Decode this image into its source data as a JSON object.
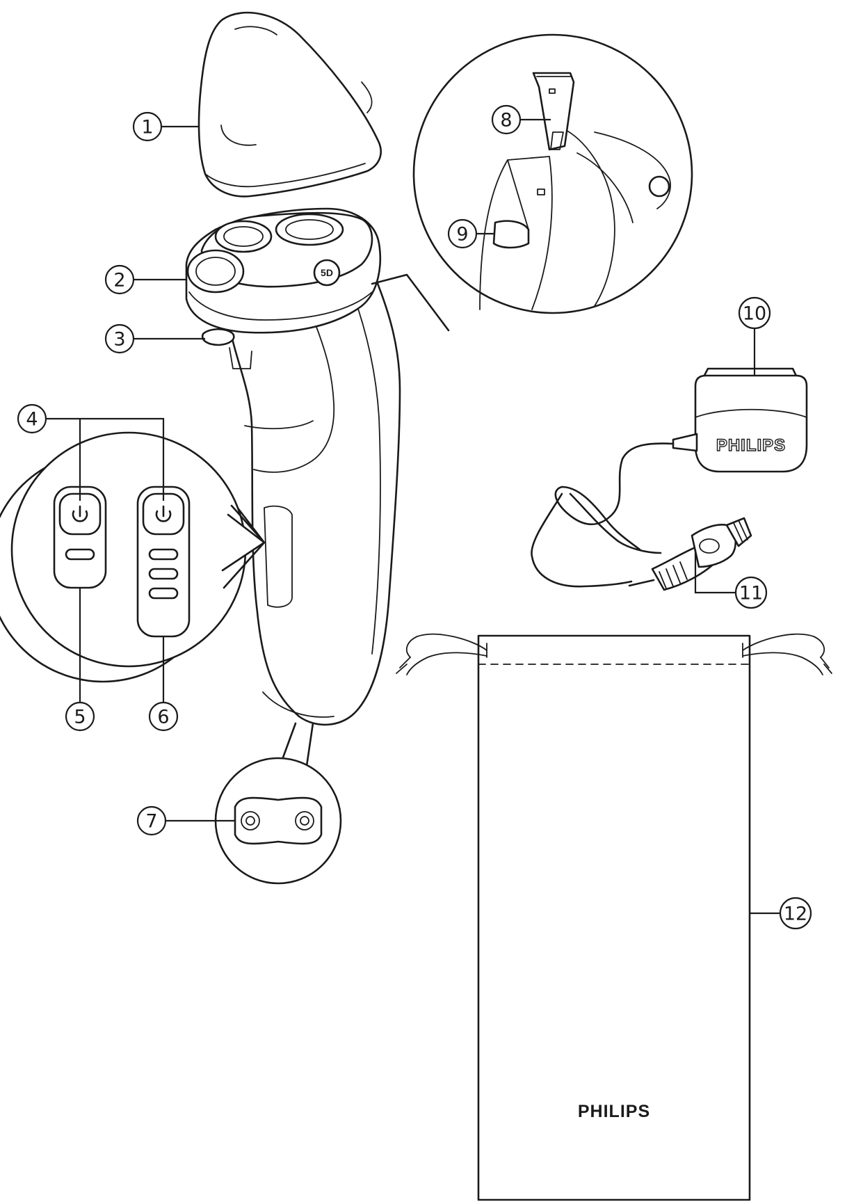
{
  "callouts": [
    {
      "id": "1",
      "label": "1"
    },
    {
      "id": "2",
      "label": "2"
    },
    {
      "id": "3",
      "label": "3"
    },
    {
      "id": "4",
      "label": "4"
    },
    {
      "id": "5",
      "label": "5"
    },
    {
      "id": "6",
      "label": "6"
    },
    {
      "id": "7",
      "label": "7"
    },
    {
      "id": "8",
      "label": "8"
    },
    {
      "id": "9",
      "label": "9"
    },
    {
      "id": "10",
      "label": "10"
    },
    {
      "id": "11",
      "label": "11"
    },
    {
      "id": "12",
      "label": "12"
    }
  ],
  "brand": {
    "adapter_logo": "PHILIPS",
    "pouch_logo": "PHILIPS",
    "head_badge": "5D"
  },
  "icons": [
    "power-icon",
    "battery-indicator-icon"
  ]
}
